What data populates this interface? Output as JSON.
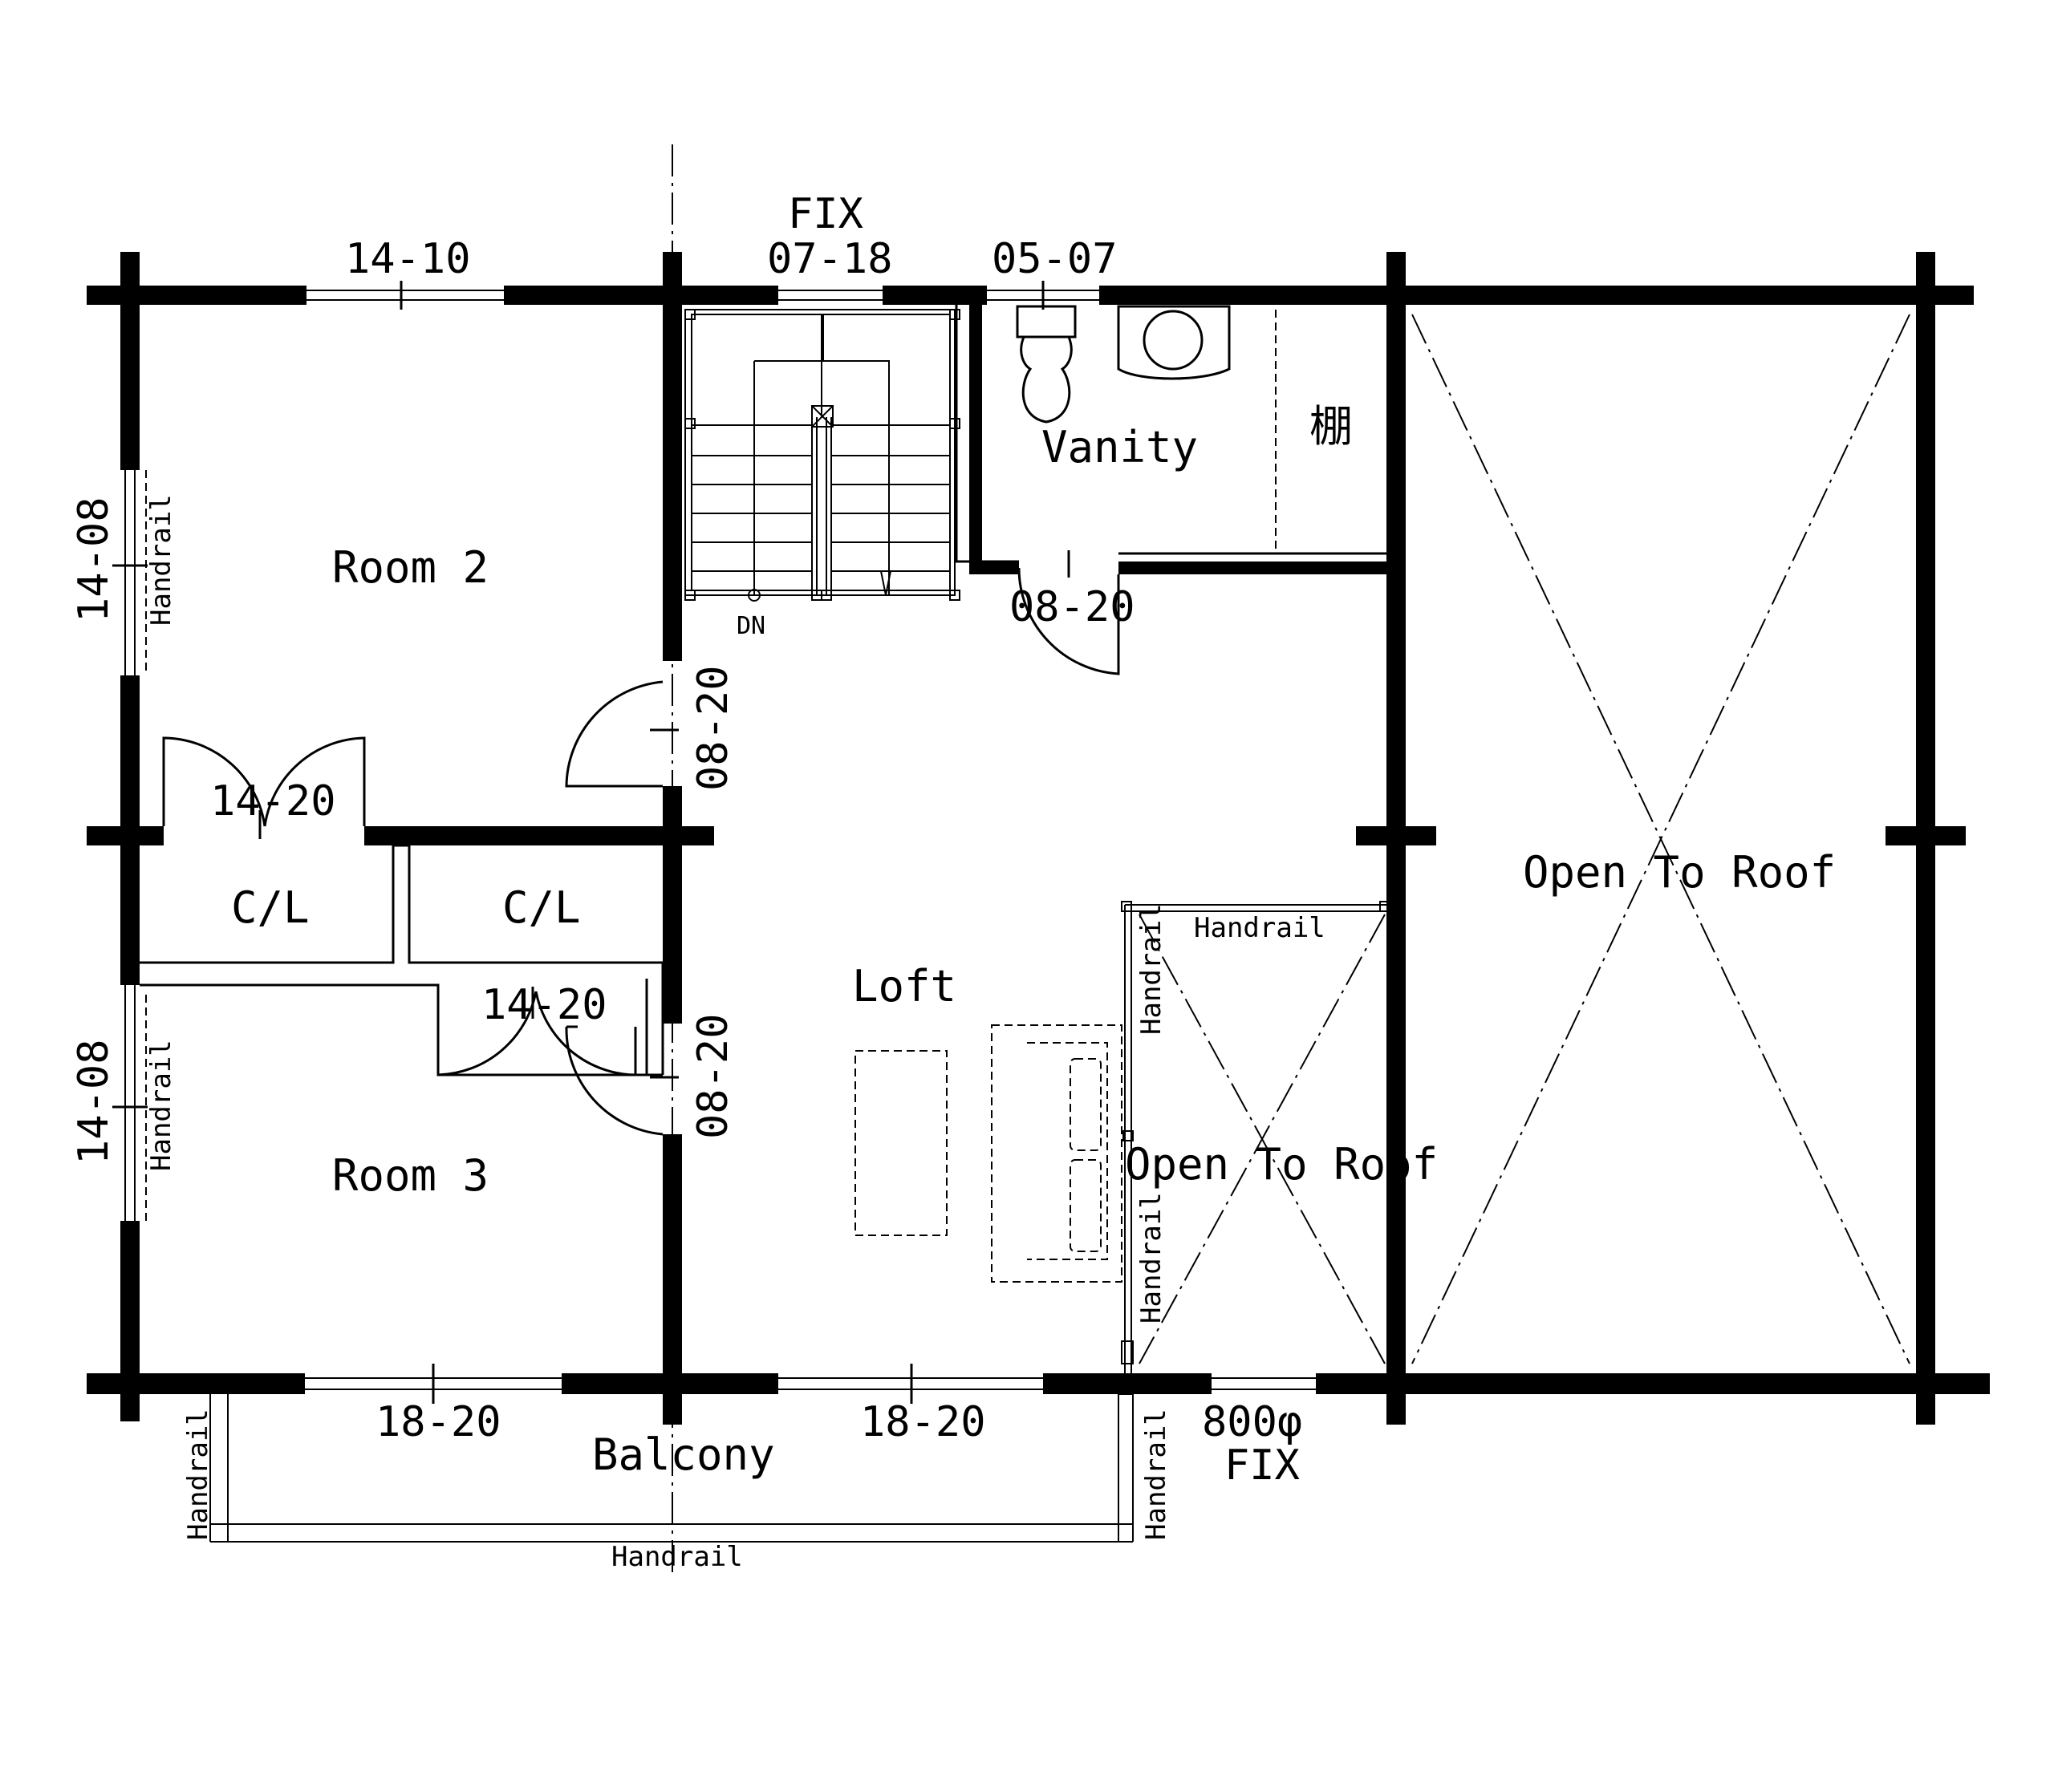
{
  "rooms": {
    "room2": "Room 2",
    "room3": "Room 3",
    "loft": "Loft",
    "vanity": "Vanity",
    "shelf": "棚",
    "cl_left": "C/L",
    "cl_right": "C/L",
    "balcony": "Balcony",
    "open_to_roof_small": "Open To Roof",
    "open_to_roof_large": "Open To Roof"
  },
  "windows": {
    "top_room2": "14-10",
    "top_fix_label": "FIX",
    "top_fix": "07-18",
    "top_vanity": "05-07",
    "left_room2": "14-08",
    "left_room3": "14-08",
    "bottom_left": "18-20",
    "bottom_mid": "18-20",
    "bottom_round": "800φ",
    "bottom_round_fix": "FIX"
  },
  "doors": {
    "vanity_door": "08-20",
    "room2_door": "08-20",
    "room3_door": "08-20",
    "closet_left": "14-20",
    "closet_right": "14-20"
  },
  "stairs": {
    "direction": "DN"
  },
  "handrails": {
    "room2_window": "Handrail",
    "room3_window": "Handrail",
    "loft_top": "Handrail",
    "loft_side_upper": "Handrail",
    "loft_side_lower": "Handrail",
    "balcony_left": "Handrail",
    "balcony_right": "Handrail",
    "balcony_bottom": "Handrail"
  }
}
